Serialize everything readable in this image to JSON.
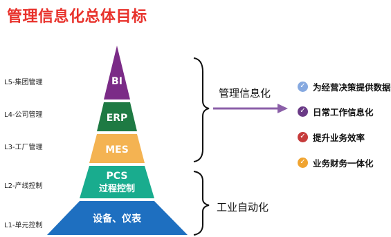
{
  "title": "管理信息化总体目标",
  "levels": [
    {
      "label": "L5-集团管理",
      "system": "BI",
      "color": "#7b2b87"
    },
    {
      "label": "L4-公司管理",
      "system": "ERP",
      "color": "#1e7a43"
    },
    {
      "label": "L3-工厂管理",
      "system": "MES",
      "color": "#f4b352"
    },
    {
      "label": "L2-产线控制",
      "system_lines": [
        "PCS",
        "过程控制"
      ],
      "color": "#19ac8e"
    },
    {
      "label": "L1-单元控制",
      "system": "设备、仪表",
      "color": "#1e6fc0"
    }
  ],
  "brackets": {
    "management": "管理信息化",
    "automation": "工业自动化"
  },
  "goals": [
    {
      "text": "为经营决策提供数据",
      "color": "#86a9e0"
    },
    {
      "text": "日常工作信息化",
      "color": "#6a3a86"
    },
    {
      "text": "提升业务效率",
      "color": "#c63b3b"
    },
    {
      "text": "业务财务一体化",
      "color": "#f0a431"
    }
  ]
}
